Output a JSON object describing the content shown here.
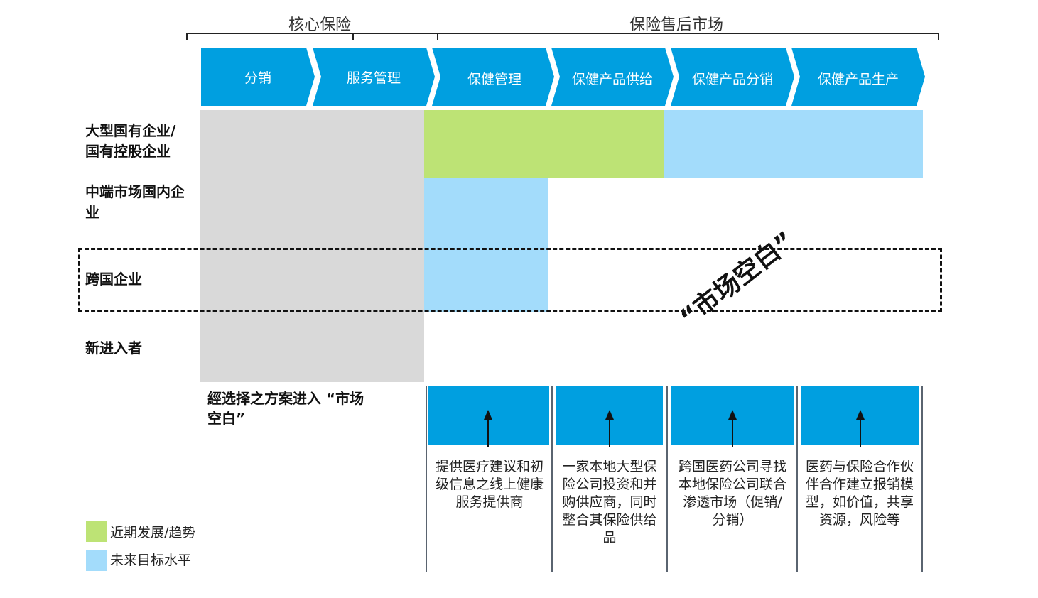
{
  "header": {
    "core_label": "核心保险",
    "aftermarket_label": "保险售后市场"
  },
  "chain_steps": [
    {
      "label": "分销"
    },
    {
      "label": "服务管理"
    },
    {
      "label": "保健管理"
    },
    {
      "label": "保健产品供给"
    },
    {
      "label": "保健产品分销"
    },
    {
      "label": "保健产品生产"
    }
  ],
  "rows": [
    {
      "label": "大型国有企业/\n国有控股企业"
    },
    {
      "label": "中端市场国内企\n业"
    },
    {
      "label": "跨国企业"
    },
    {
      "label": "新进入者"
    }
  ],
  "market_gap_label": "“市场空白”",
  "entry_label": "經选择之方案进入 “市场\n空白”",
  "annotations": [
    {
      "text": "提供医疗建议和初\n级信息之线上健康\n服务提供商"
    },
    {
      "text": "一家本地大型保\n险公司投资和并\n购供应商，同时\n整合其保险供给\n品"
    },
    {
      "text": "跨国医药公司寻找\n本地保险公司联合\n渗透市场（促销/\n分销）"
    },
    {
      "text": "医药与保险合作伙\n伴合作建立报销模\n型，如价值，共享\n资源，风险等"
    }
  ],
  "legend": [
    {
      "label": "近期发展/趋势",
      "color": "#bde375"
    },
    {
      "label": "未来目标水平",
      "color": "#a3dcfb"
    }
  ],
  "colors": {
    "chevron": "#009fe0",
    "gray": "#d9d9d9",
    "green": "#bde375",
    "light_blue": "#a3dcfb"
  }
}
